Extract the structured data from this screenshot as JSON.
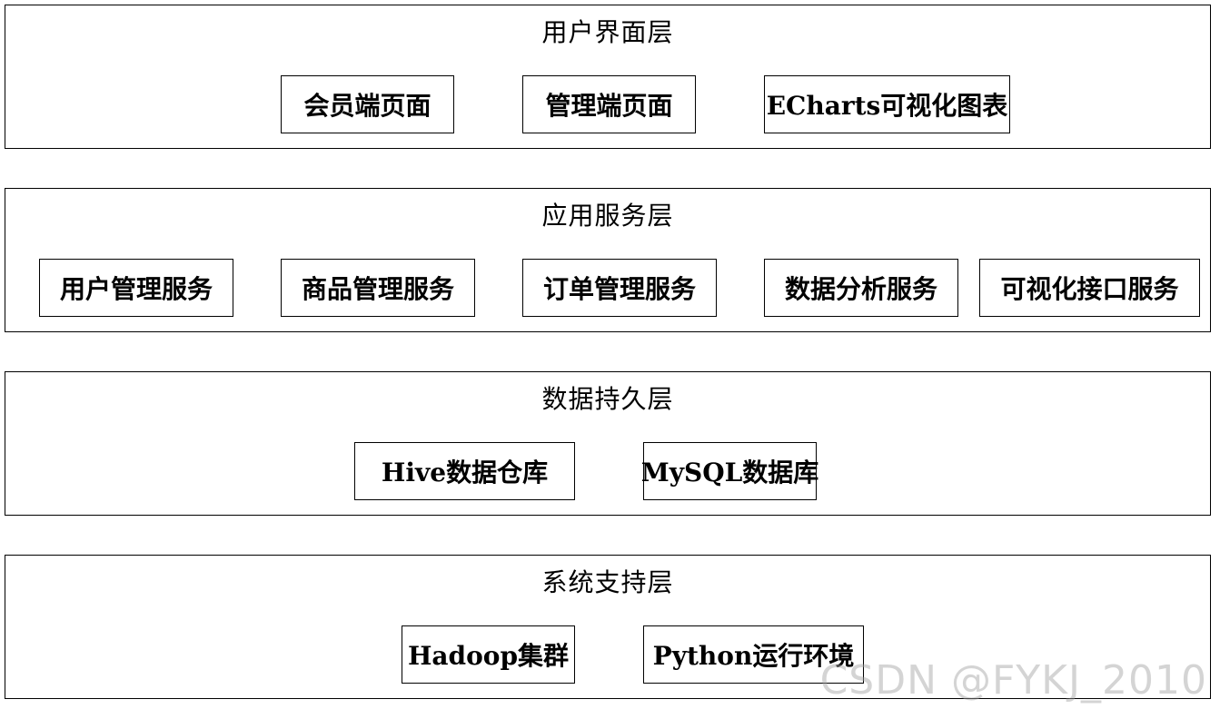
{
  "layers": [
    {
      "title": "用户界面层",
      "boxes": [
        "会员端页面",
        "管理端页面",
        "ECharts可视化图表"
      ]
    },
    {
      "title": "应用服务层",
      "boxes": [
        "用户管理服务",
        "商品管理服务",
        "订单管理服务",
        "数据分析服务",
        "可视化接口服务"
      ]
    },
    {
      "title": "数据持久层",
      "boxes": [
        "Hive数据仓库",
        "MySQL数据库"
      ]
    },
    {
      "title": "系统支持层",
      "boxes": [
        "Hadoop集群",
        "Python运行环境"
      ]
    }
  ],
  "watermark": "CSDN @FYKJ_2010"
}
